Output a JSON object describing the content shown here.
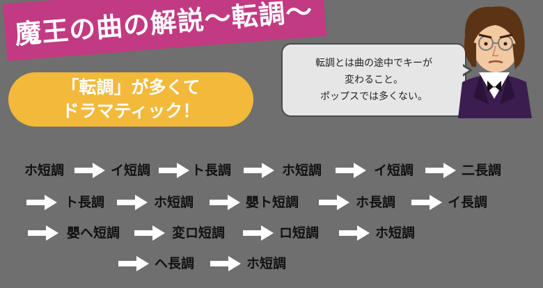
{
  "title": "魔王の曲の解説〜転調〜",
  "pill": {
    "line1": "「転調」が多くて",
    "line2": "ドラマティック！"
  },
  "bubble": {
    "line1": "転調とは曲の途中でキーが",
    "line2": "変わること。",
    "line3": "ポップスでは多くない。"
  },
  "character_icon": "composer-portrait-illustration",
  "colors": {
    "background": "#6f6f6f",
    "banner": "#c23a82",
    "pill": "#f2b93b",
    "bubble": "#e6e6e6"
  },
  "rows": [
    [
      "ホ短調",
      "イ短調",
      "ト長調",
      "ホ短調",
      "イ短調",
      "二長調"
    ],
    [
      "ト長調",
      "ホ短調",
      "嬰ト短調",
      "ホ長調",
      "イ長調"
    ],
    [
      "嬰ヘ短調",
      "変ロ短調",
      "ロ短調",
      "ホ短調"
    ],
    [
      "ヘ長調",
      "ホ短調"
    ]
  ]
}
